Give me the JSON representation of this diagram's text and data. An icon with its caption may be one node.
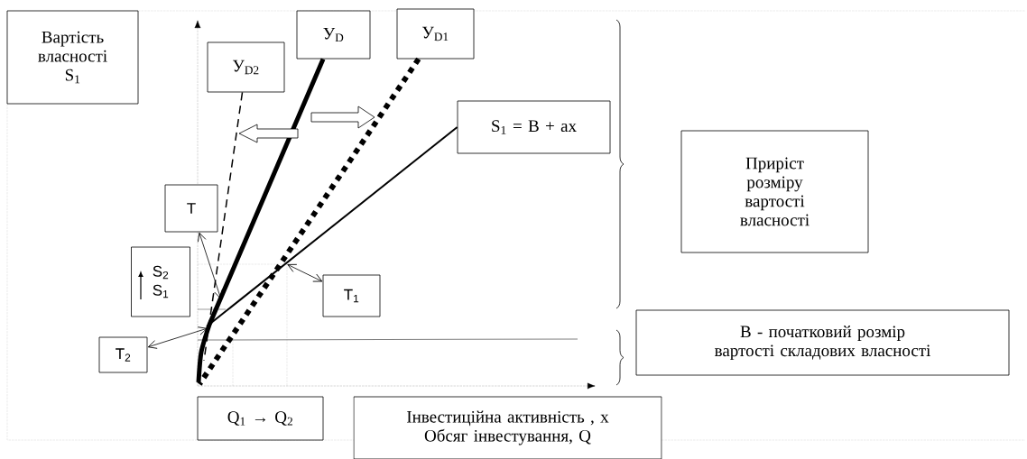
{
  "diagram": {
    "nodes": [
      {
        "text": [
          "Вартість власності S$_{1}$"
        ]
      },
      {
        "text": [
          "У$_{D2}$"
        ]
      },
      {
        "text": [
          "У$_{D}$"
        ]
      },
      {
        "text": [
          "У$_{D1}$"
        ]
      },
      {
        "text": [
          "S$_{1}$ = B + ax"
        ]
      },
      {
        "text": [
          "T"
        ]
      },
      {
        "text": [
          "S$_{2}$",
          "S$_{1}$"
        ]
      },
      {
        "text": [
          "T$_{1}$"
        ]
      },
      {
        "text": [
          "T$_{2}$"
        ]
      },
      {
        "text": [
          "Q$_{1}$ → Q$_{2}$"
        ]
      },
      {
        "text": [
          "Інвестиційна активність ,  x",
          "Обсяг інвестування, Q"
        ]
      },
      {
        "text": [
          "Приріст розміру вартості власності"
        ]
      },
      {
        "text": [
          "B - початковий розмір вартості складових власності"
        ]
      }
    ],
    "edges": [
      {
        "from": 1,
        "to": null,
        "arrow": "none",
        "style": "dashed"
      },
      {
        "from": 2,
        "to": null,
        "arrow": "none",
        "style": "thick"
      },
      {
        "from": 3,
        "to": null,
        "arrow": "none",
        "style": "dashed"
      },
      {
        "from": 4,
        "to": null,
        "arrow": "none"
      },
      {
        "from": 5,
        "to": null,
        "arrow": "both"
      },
      {
        "from": 7,
        "to": null,
        "arrow": "both"
      },
      {
        "from": 8,
        "to": null,
        "arrow": "both"
      }
    ]
  }
}
